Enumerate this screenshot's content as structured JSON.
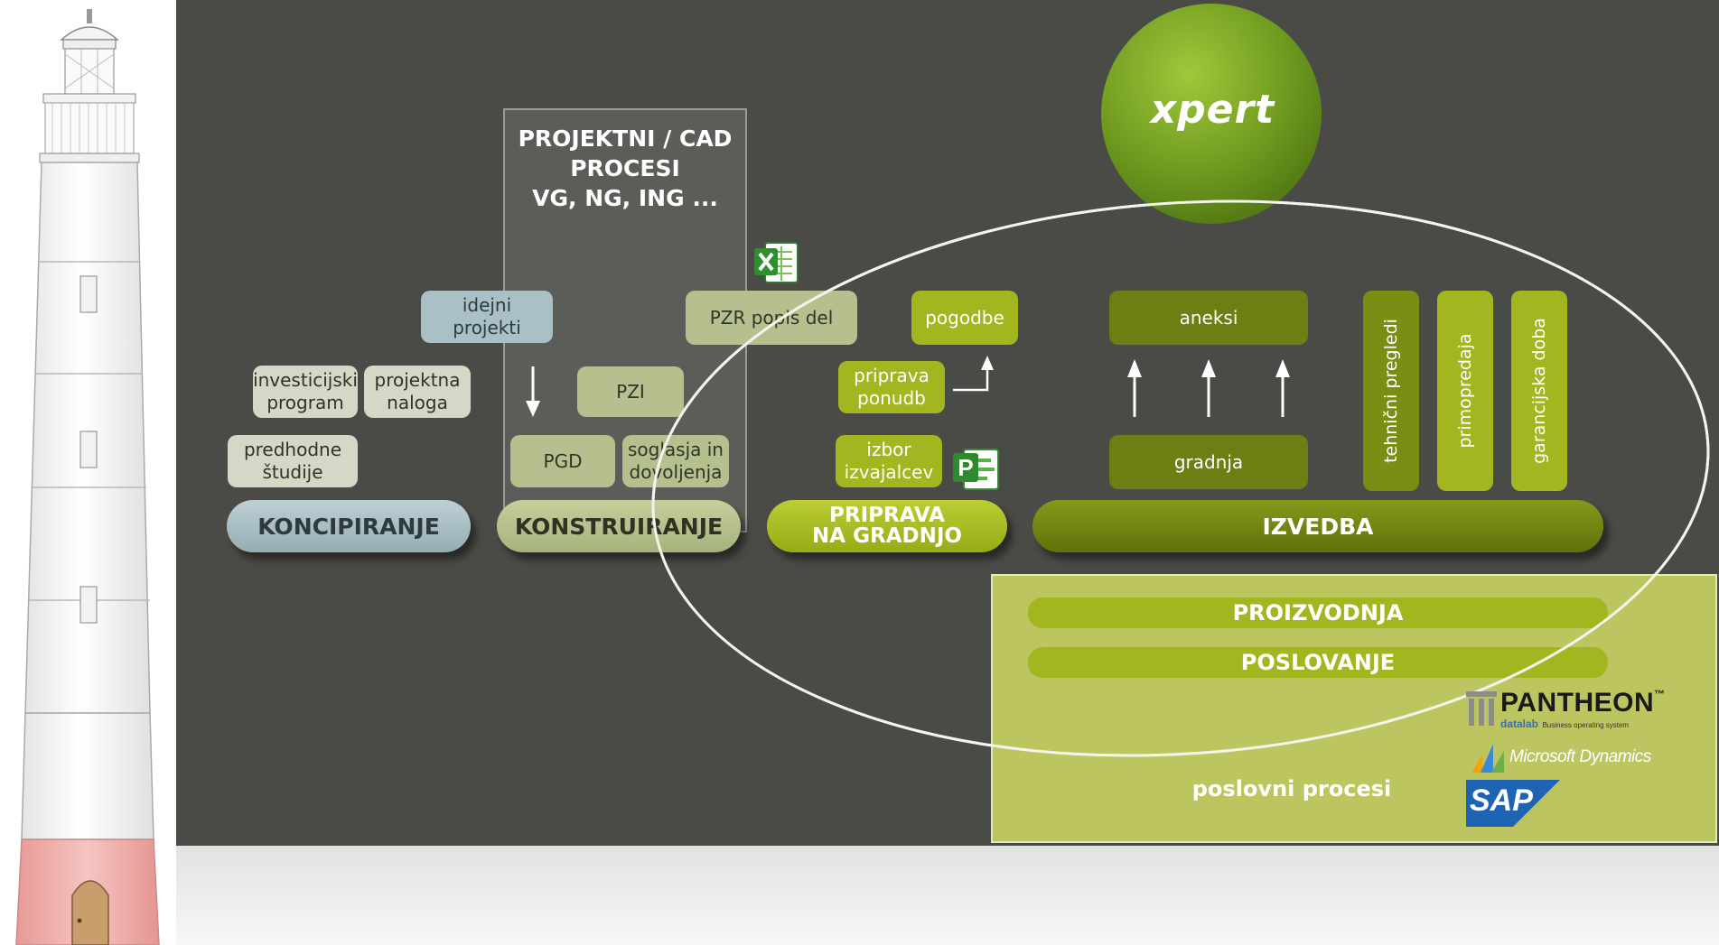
{
  "projektni": {
    "title_line1": "PROJEKTNI / CAD",
    "title_line2": "PROCESI",
    "title_line3": "VG, NG, ING ..."
  },
  "koncipiranje": {
    "phase": "KONCIPIRANJE",
    "investicijski_program": [
      "investicijski",
      "program"
    ],
    "projektna_naloga": [
      "projektna",
      "naloga"
    ],
    "predhodne_studije": [
      "predhodne",
      "študije"
    ]
  },
  "konstruiranje": {
    "phase": "KONSTRUIRANJE",
    "idejni_projekti": [
      "idejni",
      "projekti"
    ],
    "pzi": "PZI",
    "pgd": "PGD",
    "soglasja": [
      "soglasja in",
      "dovoljenja"
    ]
  },
  "pripravа": {},
  "priprava": {
    "phase": [
      "PRIPRAVA",
      "NA GRADNJO"
    ],
    "pzr": "PZR popis del",
    "pogodbe": "pogodbe",
    "priprava_ponudb": [
      "priprava",
      "ponudb"
    ],
    "izbor_izvajalcev": [
      "izbor",
      "izvajalcev"
    ]
  },
  "izvedba": {
    "phase": "IZVEDBA",
    "aneksi": "aneksi",
    "gradnja": "gradnja",
    "tehnicni_pregledi": "tehnični pregledi",
    "primopredaja": "primopredaja",
    "garancijska_doba": "garancijska doba"
  },
  "xpert": {
    "logo_text": "xpert"
  },
  "poslovni": {
    "proizvodnja": "PROIZVODNJA",
    "poslovanje": "POSLOVANJE",
    "label": "poslovni procesi",
    "pantheon": "PANTHEON",
    "pantheon_tm": "™",
    "datalab": "datalab",
    "datalab_tagline": "Business operating system",
    "microsoft_dynamics": "Microsoft Dynamics",
    "sap": "SAP"
  },
  "icons": {
    "excel": "excel-icon",
    "project": "ms-project-icon"
  },
  "colors": {
    "background": "#4a4b47",
    "koncipiranje": "#a8c0c6",
    "konstruiranje": "#b5c08e",
    "priprava": "#a3b61f",
    "izvedba": "#6c7f12",
    "poslovni": "#c7d160"
  }
}
